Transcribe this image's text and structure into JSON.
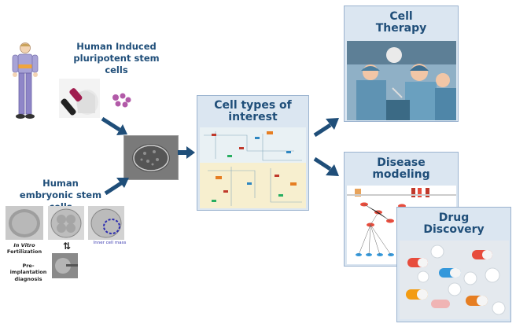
{
  "ipsc": {
    "label": "Human Induced pluripotent stem cells"
  },
  "esc": {
    "label": "Human embryonic stem cells"
  },
  "embryo": {
    "ivf": "In Vitro",
    "fertilization": "Fertilization",
    "inner_cell_mass": "Inner cell mass",
    "pgd": "Pre-implantation diagnosis"
  },
  "center": {
    "title": "Cell types of interest"
  },
  "therapy": {
    "title": "Cell Therapy"
  },
  "disease": {
    "title": "Disease modeling"
  },
  "drug": {
    "title": "Drug Discovery"
  },
  "colors": {
    "arrow": "#1f4e79",
    "panel": "#dbe6f1",
    "title": "#1f4e79"
  }
}
